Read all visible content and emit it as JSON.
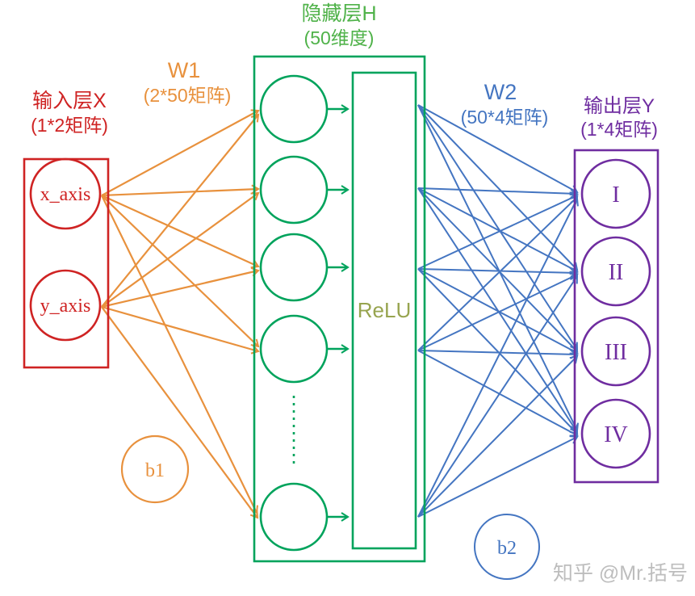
{
  "colors": {
    "input_red": "#cf2323",
    "w1_orange": "#e8913d",
    "hidden_green": "#00a35c",
    "hidden_title_green": "#4fb249",
    "relu_olive": "#97a44f",
    "w2_blue": "#4475c1",
    "output_purple": "#6f2da0",
    "watermark_gray": "#bdbdbd"
  },
  "input_layer": {
    "title": "输入层X",
    "subtitle": "(1*2矩阵)",
    "nodes": [
      {
        "label": "x_axis"
      },
      {
        "label": "y_axis"
      }
    ]
  },
  "w1": {
    "label": "W1",
    "subtitle": "(2*50矩阵)",
    "bias_label": "b1"
  },
  "hidden_layer": {
    "title": "隐藏层H",
    "subtitle": "(50维度)",
    "activation_label": "ReLU"
  },
  "w2": {
    "label": "W2",
    "subtitle": "(50*4矩阵)",
    "bias_label": "b2"
  },
  "output_layer": {
    "title": "输出层Y",
    "subtitle": "(1*4矩阵)",
    "nodes": [
      {
        "label": "I"
      },
      {
        "label": "II"
      },
      {
        "label": "III"
      },
      {
        "label": "IV"
      }
    ]
  },
  "watermark": "知乎 @Mr.括号"
}
